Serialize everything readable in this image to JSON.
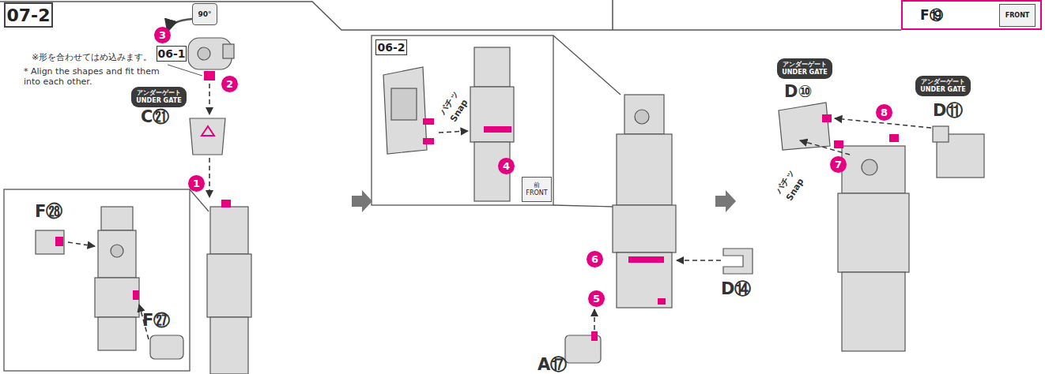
{
  "diagram": {
    "title": "07-2",
    "nodes": [
      {
        "text": [
          "06-1"
        ]
      },
      {
        "text": [
          "90°"
        ]
      },
      {
        "text": [
          "アンダーゲート",
          "UNDER GATE"
        ]
      },
      {
        "text": [
          "06-2"
        ]
      },
      {
        "text": [
          "前",
          "FRONT"
        ]
      },
      {
        "text": [
          "アンダーゲート",
          "UNDER GATE"
        ]
      },
      {
        "text": [
          "アンダーゲート",
          "UNDER GATE"
        ]
      },
      {
        "text": [
          "F⑲"
        ]
      },
      {
        "text": [
          "FRONT"
        ],
        "in": 7
      }
    ],
    "labels": [
      "1",
      "2",
      "3",
      "4",
      "5",
      "6",
      "7",
      "8",
      "※形を合わせてはめ込みます。",
      "* Align the shapes and fit them into each other.",
      "C㉑",
      "F㉘",
      "F㉗",
      "パチッ",
      "Snap",
      "D⑭",
      "A⑰",
      "D⑩",
      "D⑪",
      "パチッ",
      "Snap"
    ]
  }
}
